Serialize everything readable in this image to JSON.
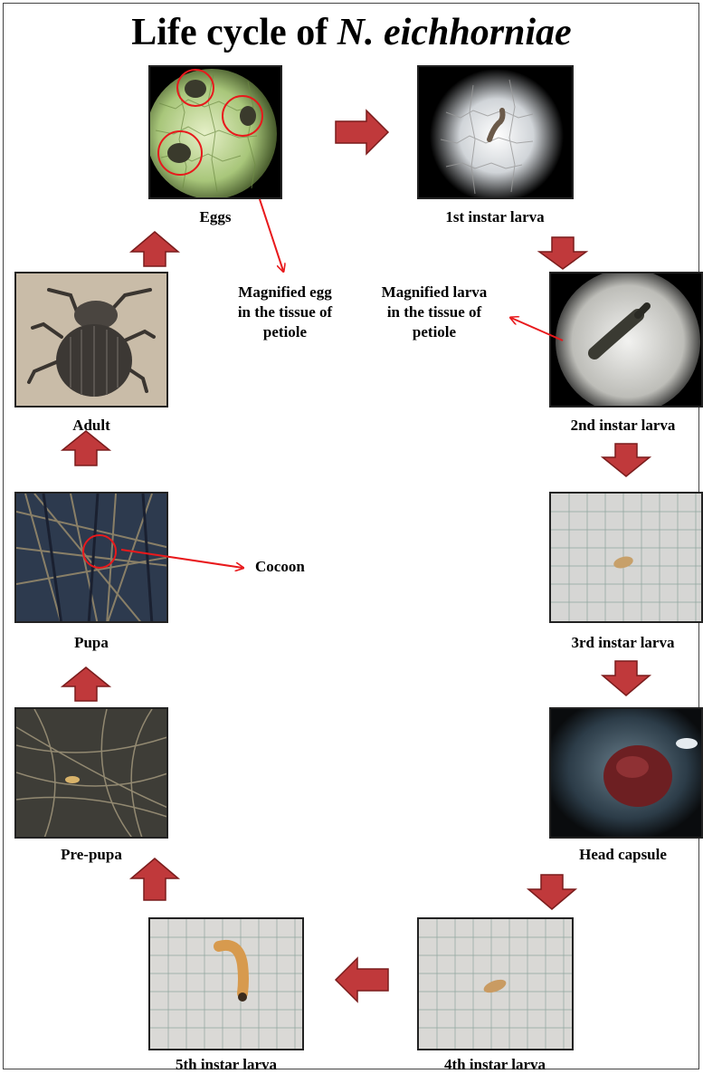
{
  "title": {
    "prefix": "Life cycle of",
    "species": "N. eichhorniae"
  },
  "stages": {
    "eggs": "Eggs",
    "larva1": "1st instar larva",
    "larva2": "2nd instar larva",
    "larva3": "3rd instar larva",
    "head_capsule": "Head capsule",
    "larva4": "4th instar larva",
    "larva5": "5th instar larva",
    "prepupa": "Pre-pupa",
    "pupa": "Pupa",
    "adult": "Adult"
  },
  "annotations": {
    "egg_line1": "Magnified egg",
    "egg_line2": "in the tissue of",
    "egg_line3": "petiole",
    "larva_line1": "Magnified larva",
    "larva_line2": "in the tissue of",
    "larva_line3": "petiole",
    "cocoon": "Cocoon"
  },
  "colors": {
    "arrow_fill": "#c0393b",
    "arrow_stroke": "#7a1c1c",
    "pointer": "#e8191c"
  }
}
